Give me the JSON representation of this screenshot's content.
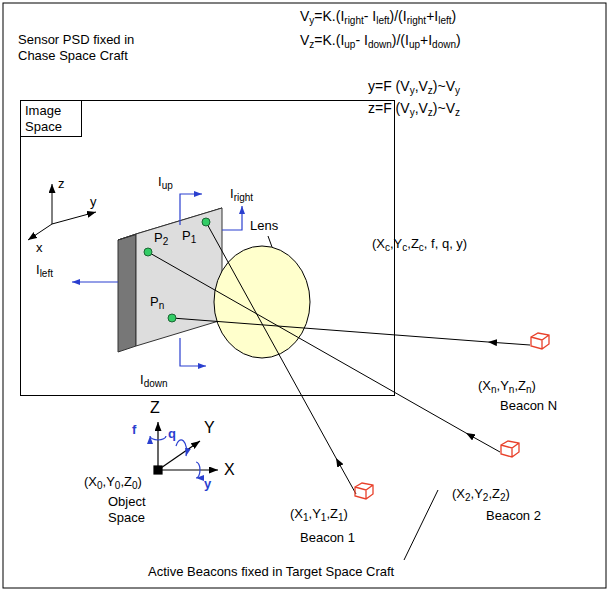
{
  "diagram": {
    "nodes": [
      {
        "text": [
          "Image Space"
        ]
      }
    ],
    "labels": [
      "Sensor PSD fixed in Chase Space Craft",
      "V",
      "y",
      "=K.(I",
      "right",
      "- I",
      "left",
      ")/(I",
      "right",
      "+I",
      "left",
      ")",
      "V",
      "z",
      "=K.(I",
      "up",
      "- I",
      "down",
      ")/(I",
      "up",
      "+I",
      "down",
      ")",
      "y=F (V",
      "y",
      ",V",
      "z",
      ")~V",
      "y",
      "z=F (V",
      "y",
      ",V",
      "z",
      ")~V",
      "z",
      "z",
      "y",
      "x",
      "I",
      "up",
      "I",
      "right",
      "I",
      "left",
      "I",
      "down",
      "P",
      "2",
      "P",
      "1",
      "P",
      "n",
      "Lens",
      "(X",
      "c",
      ",Y",
      "c",
      ",Z",
      "c",
      ", f, q, y)",
      "(X",
      "n",
      ",Y",
      "n",
      ",Z",
      "n",
      ")",
      "Beacon N",
      "(X",
      "2",
      ",Y",
      "2",
      ",Z",
      "2",
      ")",
      "Beacon 2",
      "(X",
      "1",
      ",Y",
      "1",
      ",Z",
      "1",
      ")",
      "Beacon 1",
      "Z",
      "Y",
      "X",
      "f",
      "q",
      "y",
      "(X",
      "0",
      ",Y",
      "0",
      ",Z",
      "0",
      ")",
      "Object Space",
      "Active Beacons fixed in Target Space Craft"
    ]
  }
}
